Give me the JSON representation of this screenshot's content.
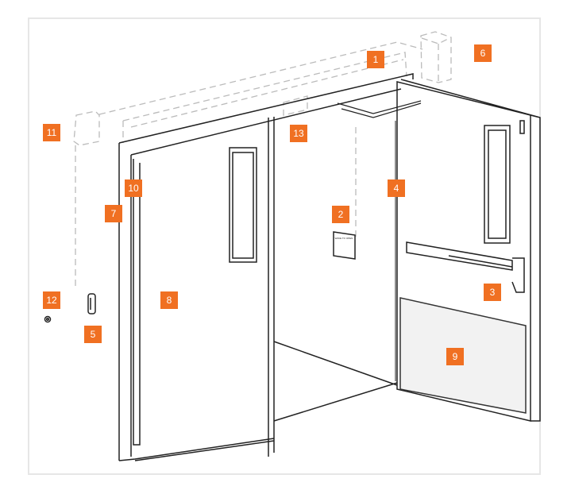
{
  "accent_color": "#f07022",
  "push_plate_text": "WAVE TO OPEN",
  "callouts": [
    "1",
    "2",
    "3",
    "4",
    "5",
    "6",
    "7",
    "8",
    "9",
    "10",
    "11",
    "12",
    "13"
  ]
}
